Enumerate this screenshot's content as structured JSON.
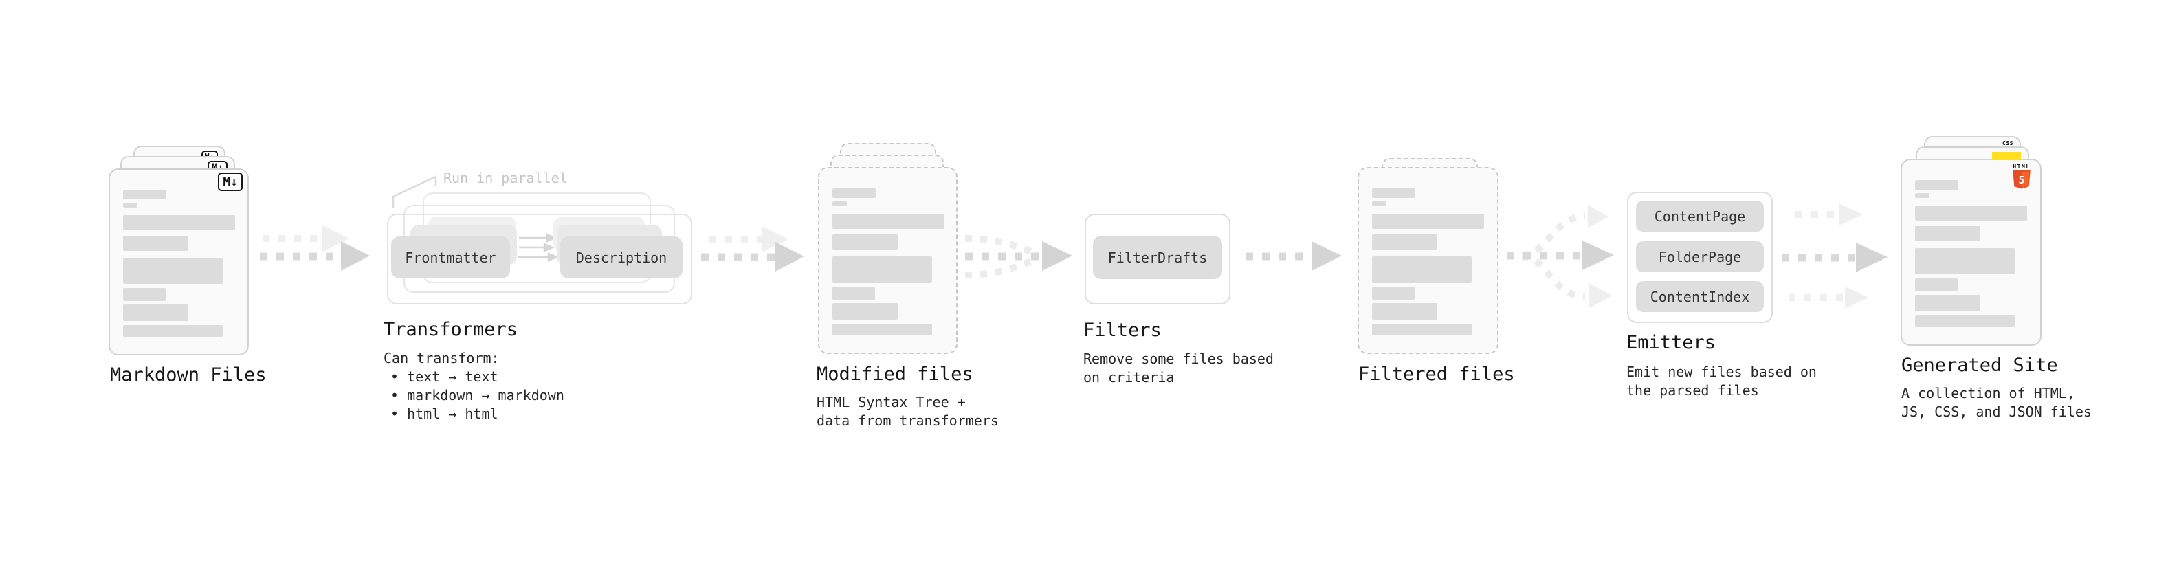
{
  "diagram": {
    "markdown_files": {
      "label": "Markdown Files",
      "badge": "M↓"
    },
    "transformers": {
      "label": "Transformers",
      "callout": "Run in parallel",
      "node_a": "Frontmatter",
      "node_b": "Description",
      "sub_title": "Can transform:",
      "bullets": [
        "• text → text",
        "• markdown → markdown",
        "• html → html"
      ]
    },
    "modified_files": {
      "label": "Modified files",
      "sub": [
        "HTML Syntax Tree +",
        "data from transformers"
      ]
    },
    "filters": {
      "label": "Filters",
      "node": "FilterDrafts",
      "sub": [
        "Remove some files based",
        "on criteria"
      ]
    },
    "filtered_files": {
      "label": "Filtered files"
    },
    "emitters": {
      "label": "Emitters",
      "nodes": [
        "ContentPage",
        "FolderPage",
        "ContentIndex"
      ],
      "sub": [
        "Emit new files based on",
        "the parsed files"
      ]
    },
    "generated_site": {
      "label": "Generated Site",
      "sub": [
        "A collection of HTML,",
        "JS, CSS, and JSON files"
      ],
      "badges": {
        "html_word": "HTML",
        "html_five": "5",
        "css": "CSS"
      }
    },
    "colors": {
      "arrow_dark": "#d9d9d9",
      "arrow_light": "#efefef",
      "node_fill": "#dedede",
      "doc_fill": "#fafafa",
      "bar_fill": "#dcdcdc",
      "js_yellow": "#ffdf1e",
      "css_blue": "#2864f0",
      "html_orange": "#e44d26"
    }
  }
}
